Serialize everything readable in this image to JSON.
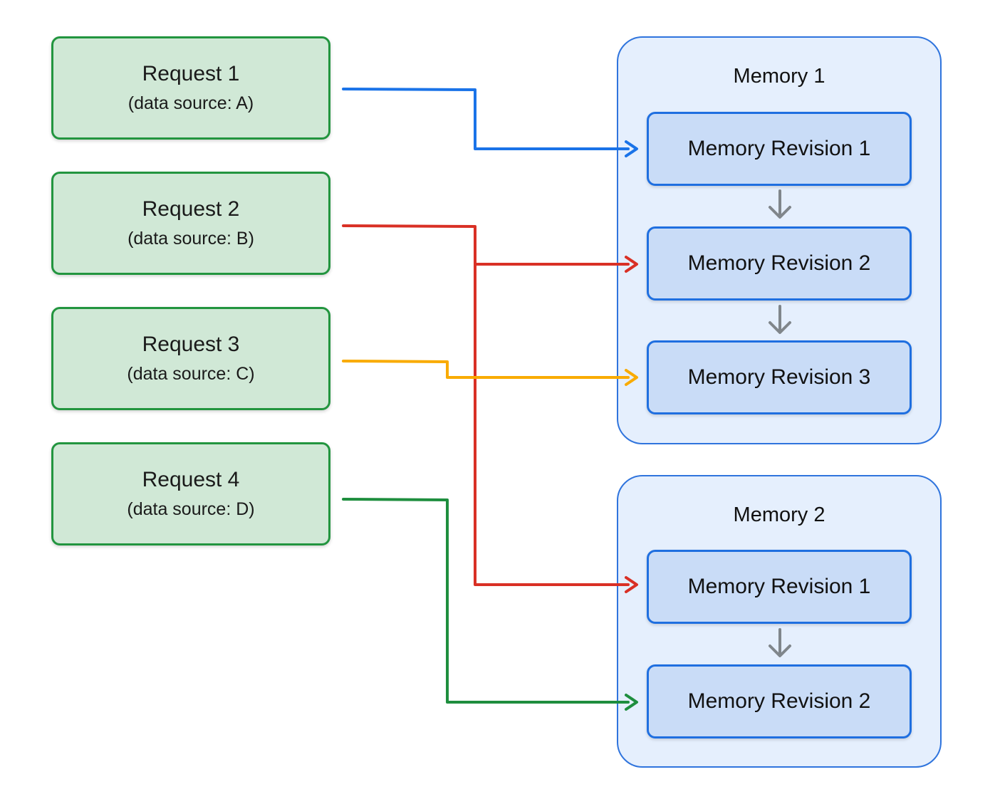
{
  "requests": [
    {
      "title": "Request 1",
      "source": "(data source: A)"
    },
    {
      "title": "Request 2",
      "source": "(data source: B)"
    },
    {
      "title": "Request 3",
      "source": "(data source: C)"
    },
    {
      "title": "Request 4",
      "source": "(data source: D)"
    }
  ],
  "memories": [
    {
      "title": "Memory 1",
      "revisions": [
        "Memory Revision 1",
        "Memory Revision 2",
        "Memory Revision 3"
      ]
    },
    {
      "title": "Memory 2",
      "revisions": [
        "Memory Revision 1",
        "Memory Revision 2"
      ]
    }
  ],
  "colors": {
    "request_1_arrow": "#1a73e8",
    "request_2_arrow": "#d93025",
    "request_3_arrow": "#f9ab00",
    "request_4_arrow": "#1e8e3e",
    "revision_arrow": "#80868b"
  }
}
